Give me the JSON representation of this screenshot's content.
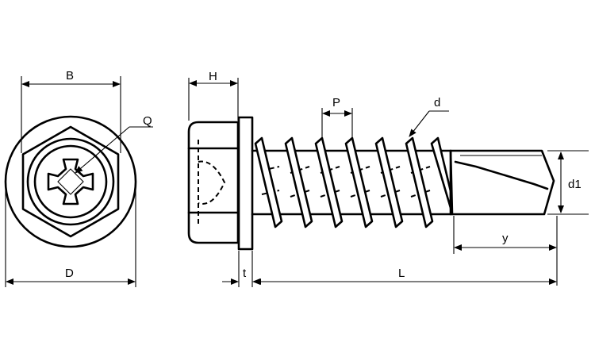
{
  "diagram": {
    "labels": {
      "B": "B",
      "Q": "Q",
      "D": "D",
      "H": "H",
      "P": "P",
      "d": "d",
      "d1": "d1",
      "y": "y",
      "t": "t",
      "L": "L"
    }
  }
}
